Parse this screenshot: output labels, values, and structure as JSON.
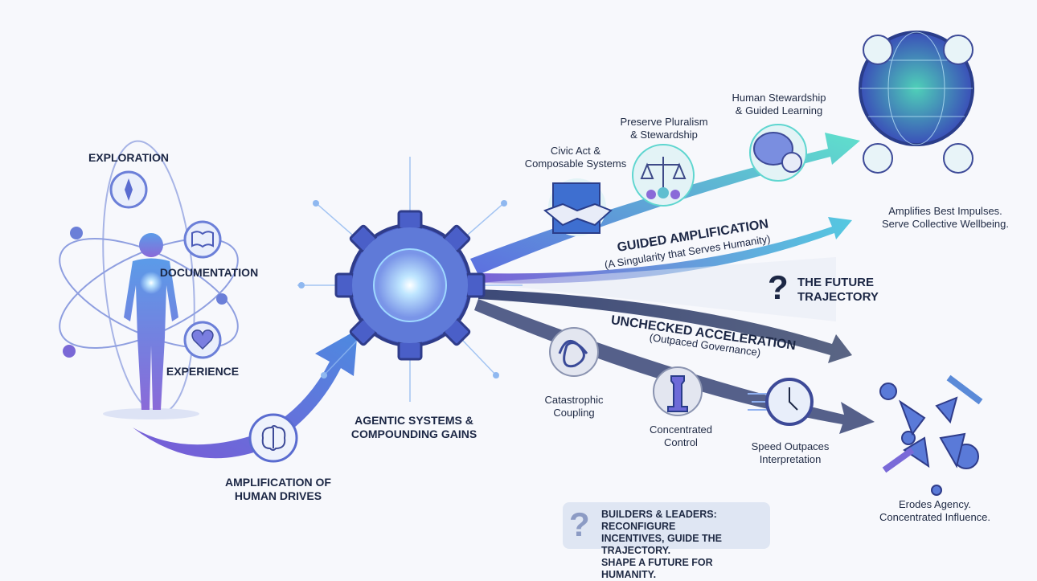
{
  "human": {
    "exploration": "EXPLORATION",
    "documentation": "DOCUMENTATION",
    "experience": "EXPERIENCE",
    "amplification_line1": "AMPLIFICATION OF",
    "amplification_line2": "HUMAN DRIVES"
  },
  "core": {
    "line1": "AGENTIC SYSTEMS &",
    "line2": "COMPOUNDING GAINS"
  },
  "upper_path": {
    "steps": [
      {
        "line1": "Civic Act &",
        "line2": "Composable Systems",
        "icon": "handshake-icon"
      },
      {
        "line1": "Preserve Pluralism",
        "line2": "& Stewardship",
        "icon": "scales-people-icon"
      },
      {
        "line1": "Human Stewardship",
        "line2": "& Guided Learning",
        "icon": "brain-compass-icon"
      }
    ],
    "outcome_line1": "Amplifies Best Impulses.",
    "outcome_line2": "Serve Collective Wellbeing."
  },
  "guided": {
    "title": "GUIDED AMPLIFICATION",
    "subtitle": "(A Singularity that Serves Humanity)"
  },
  "future": {
    "mark": "?",
    "line1": "THE FUTURE",
    "line2": "TRAJECTORY"
  },
  "unchecked": {
    "title": "UNCHECKED ACCELERATION",
    "subtitle": "(Outpaced Governance)"
  },
  "lower_path": {
    "steps": [
      {
        "line1": "Catastrophic",
        "line2": "Coupling",
        "icon": "tangled-knot-icon"
      },
      {
        "line1": "Concentrated",
        "line2": "Control",
        "icon": "tower-icon"
      },
      {
        "line1": "Speed Outpaces",
        "line2": "Interpretation",
        "icon": "clock-icon"
      }
    ],
    "outcome_line1": "Erodes Agency.",
    "outcome_line2": "Concentrated Influence."
  },
  "callout": {
    "mark": "?",
    "line1": "BUILDERS & LEADERS: RECONFIGURE",
    "line2": "INCENTIVES, GUIDE THE TRAJECTORY.",
    "line3": "SHAPE A FUTURE FOR HUMANITY."
  },
  "colors": {
    "teal": "#5fd6d0",
    "purple": "#7a62d6",
    "blue": "#4d7fe0",
    "navy": "#4a5677"
  }
}
